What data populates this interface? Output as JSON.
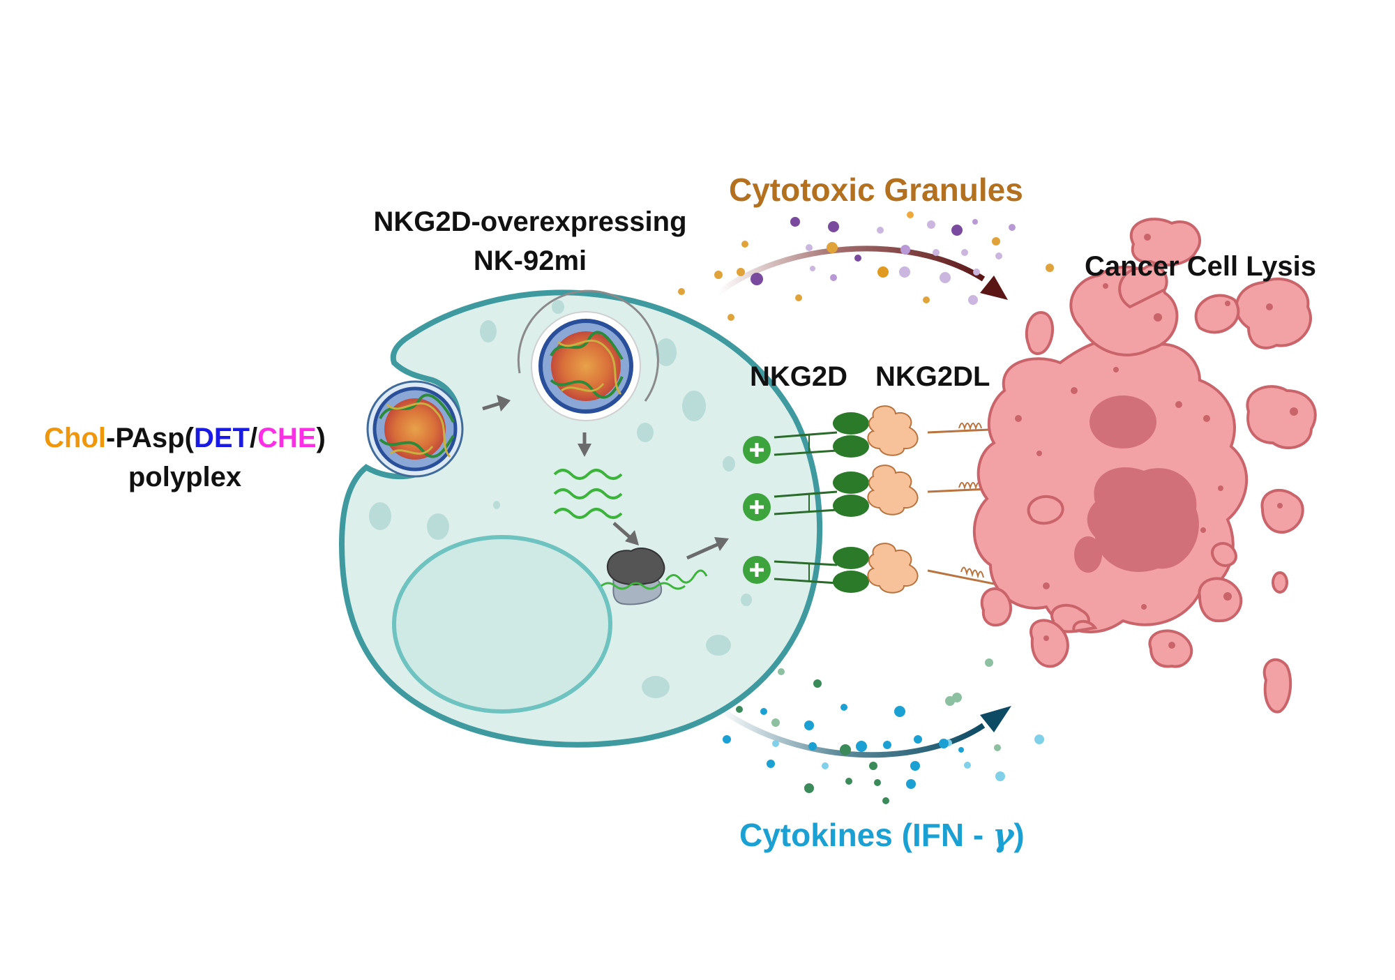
{
  "labels": {
    "nk_title_line1": "NKG2D-overexpressing",
    "nk_title_line2": "NK-92mi",
    "polyplex_part1": "Chol",
    "polyplex_part2": "-PAsp(",
    "polyplex_part3": "DET",
    "polyplex_part4": "/",
    "polyplex_part5": "CHE",
    "polyplex_part6": ")",
    "polyplex_line2": "polyplex",
    "granules": "Cytotoxic Granules",
    "lysis": "Cancer Cell Lysis",
    "receptor": "NKG2D",
    "ligand": "NKG2DL",
    "cytokines_prefix": "Cytokines (IFN - ",
    "cytokines_gamma": "γ",
    "cytokines_suffix": ")"
  },
  "colors": {
    "chol": "#f0960a",
    "det": "#1a1ae6",
    "che": "#ff2ee6",
    "granules": "#b3701f",
    "cytokines": "#1aa0d2",
    "nk_cell_fill": "#dcefeb",
    "nk_cell_stroke": "#3f9aa0",
    "cancer_fill": "#f2a1a5",
    "cancer_stroke": "#c9646b",
    "receptor_green": "#2a7a2a",
    "ligand_peach": "#f7c29a"
  }
}
